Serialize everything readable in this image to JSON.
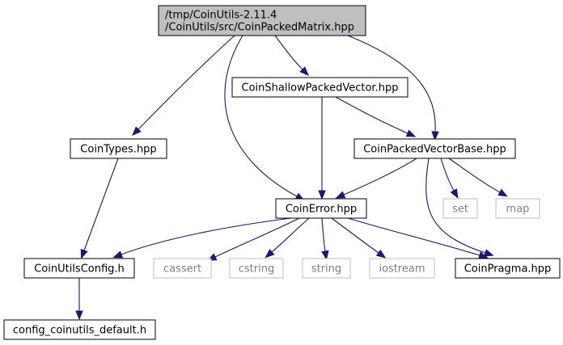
{
  "colors": {
    "root_fill": "#bfbfbf",
    "node_fill": "#ffffff",
    "node_border": "#000000",
    "external_border": "#bfbfbf",
    "external_text": "#808080",
    "edge": "#191970"
  },
  "nodes": [
    {
      "id": "root",
      "lines": [
        "/tmp/CoinUtils-2.11.4",
        "/CoinUtils/src/CoinPackedMatrix.hpp"
      ],
      "kind": "root"
    },
    {
      "id": "shallow",
      "lines": [
        "CoinShallowPackedVector.hpp"
      ],
      "kind": "file"
    },
    {
      "id": "types",
      "lines": [
        "CoinTypes.hpp"
      ],
      "kind": "file"
    },
    {
      "id": "pvbase",
      "lines": [
        "CoinPackedVectorBase.hpp"
      ],
      "kind": "file"
    },
    {
      "id": "set",
      "lines": [
        "set"
      ],
      "kind": "external"
    },
    {
      "id": "map",
      "lines": [
        "map"
      ],
      "kind": "external"
    },
    {
      "id": "error",
      "lines": [
        "CoinError.hpp"
      ],
      "kind": "file"
    },
    {
      "id": "config",
      "lines": [
        "CoinUtilsConfig.h"
      ],
      "kind": "file"
    },
    {
      "id": "cassert",
      "lines": [
        "cassert"
      ],
      "kind": "external"
    },
    {
      "id": "cstring",
      "lines": [
        "cstring"
      ],
      "kind": "external"
    },
    {
      "id": "string",
      "lines": [
        "string"
      ],
      "kind": "external"
    },
    {
      "id": "iostream",
      "lines": [
        "iostream"
      ],
      "kind": "external"
    },
    {
      "id": "pragma",
      "lines": [
        "CoinPragma.hpp"
      ],
      "kind": "file"
    },
    {
      "id": "configdef",
      "lines": [
        "config_coinutils_default.h"
      ],
      "kind": "file"
    }
  ],
  "edges": [
    {
      "from": "root",
      "to": "types"
    },
    {
      "from": "root",
      "to": "error"
    },
    {
      "from": "root",
      "to": "shallow"
    },
    {
      "from": "root",
      "to": "pvbase"
    },
    {
      "from": "shallow",
      "to": "error"
    },
    {
      "from": "shallow",
      "to": "pvbase"
    },
    {
      "from": "types",
      "to": "config"
    },
    {
      "from": "pvbase",
      "to": "error"
    },
    {
      "from": "pvbase",
      "to": "set"
    },
    {
      "from": "pvbase",
      "to": "map"
    },
    {
      "from": "pvbase",
      "to": "pragma"
    },
    {
      "from": "error",
      "to": "config"
    },
    {
      "from": "error",
      "to": "cassert"
    },
    {
      "from": "error",
      "to": "cstring"
    },
    {
      "from": "error",
      "to": "string"
    },
    {
      "from": "error",
      "to": "iostream"
    },
    {
      "from": "error",
      "to": "pragma"
    },
    {
      "from": "config",
      "to": "configdef"
    }
  ]
}
